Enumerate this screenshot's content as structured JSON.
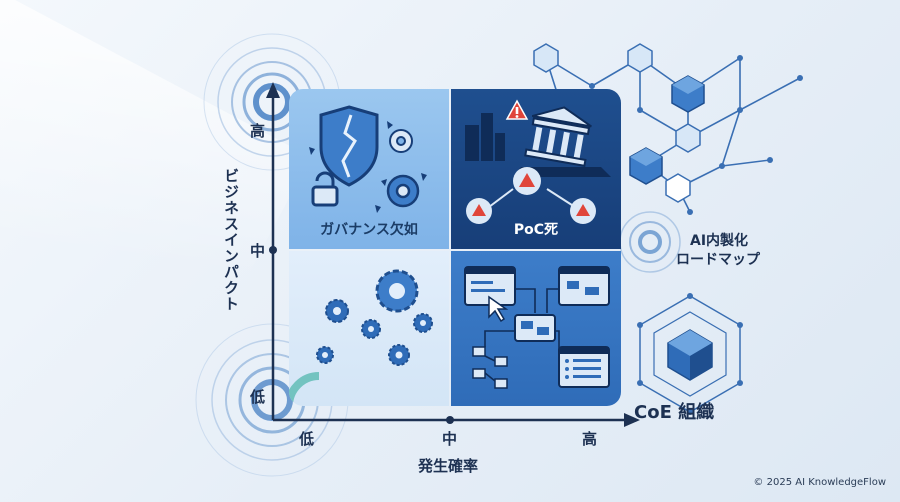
{
  "matrix": {
    "y_axis": {
      "title": "ビジネスインパクト",
      "ticks": [
        "高",
        "中",
        "低"
      ]
    },
    "x_axis": {
      "title": "発生確率",
      "ticks": [
        "低",
        "中",
        "高"
      ]
    },
    "quadrants": {
      "top_left": {
        "label": "ガバナンス欠如"
      },
      "top_right": {
        "label": "PoC死"
      },
      "bottom_left": {
        "label": ""
      },
      "bottom_right": {
        "label": ""
      }
    }
  },
  "side_labels": {
    "roadmap": [
      "AI内製化",
      "ロードマップ"
    ],
    "coe": "CoE 組織"
  },
  "copyright": "© 2025 AI KnowledgeFlow",
  "colors": {
    "dark_navy": "#173e78",
    "mid_blue": "#2f6cb8",
    "light_blue": "#7fb3e8",
    "pale_blue": "#d3e5f6",
    "axis": "#1d3152",
    "warning_red": "#e0453a"
  }
}
